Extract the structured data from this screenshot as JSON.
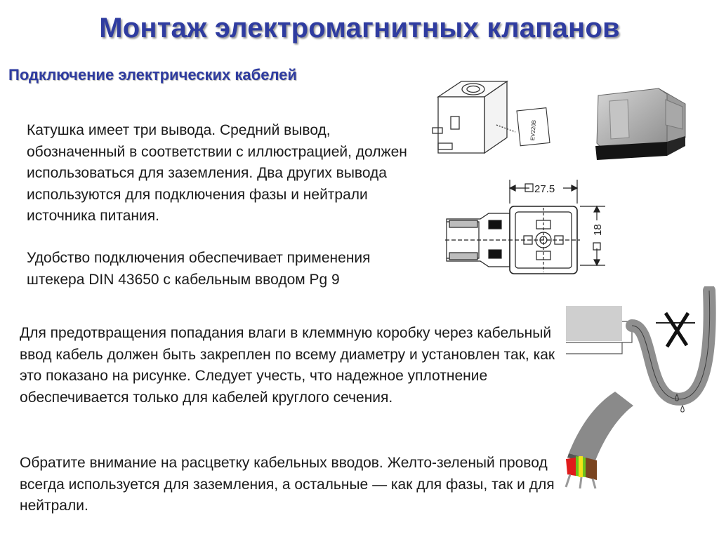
{
  "title": "Монтаж электромагнитных клапанов",
  "subtitle": "Подключение электрических кабелей",
  "paragraphs": {
    "coil_terminals": "Катушка имеет три вывода. Средний вывод, обозначенный в соответствии с иллюстрацией, должен использоваться для заземления. Два других вывода используются для подключения фазы и нейтрали источника питания.",
    "din_plug": "Удобство подключения обеспечивает применения штекера DIN 43650 с кабельным вводом Pg 9",
    "moisture": "Для предотвращения попадания влаги в клеммную коробку через кабельный ввод кабель должен быть закреплен по всему диаметру и установлен так, как это показано на рисунке. Следует учесть, что надежное уплотнение обеспечивается только для кабелей круглого сечения.",
    "wire_colors": "Обратите внимание на расцветку кабельных вводов. Желто-зеленый провод всегда используется для заземления, а остальные — как для фазы, так и для нейтрали."
  },
  "figures": {
    "coil_label": "EV220B",
    "dimension_width": "27.5",
    "dimension_height": "18"
  }
}
